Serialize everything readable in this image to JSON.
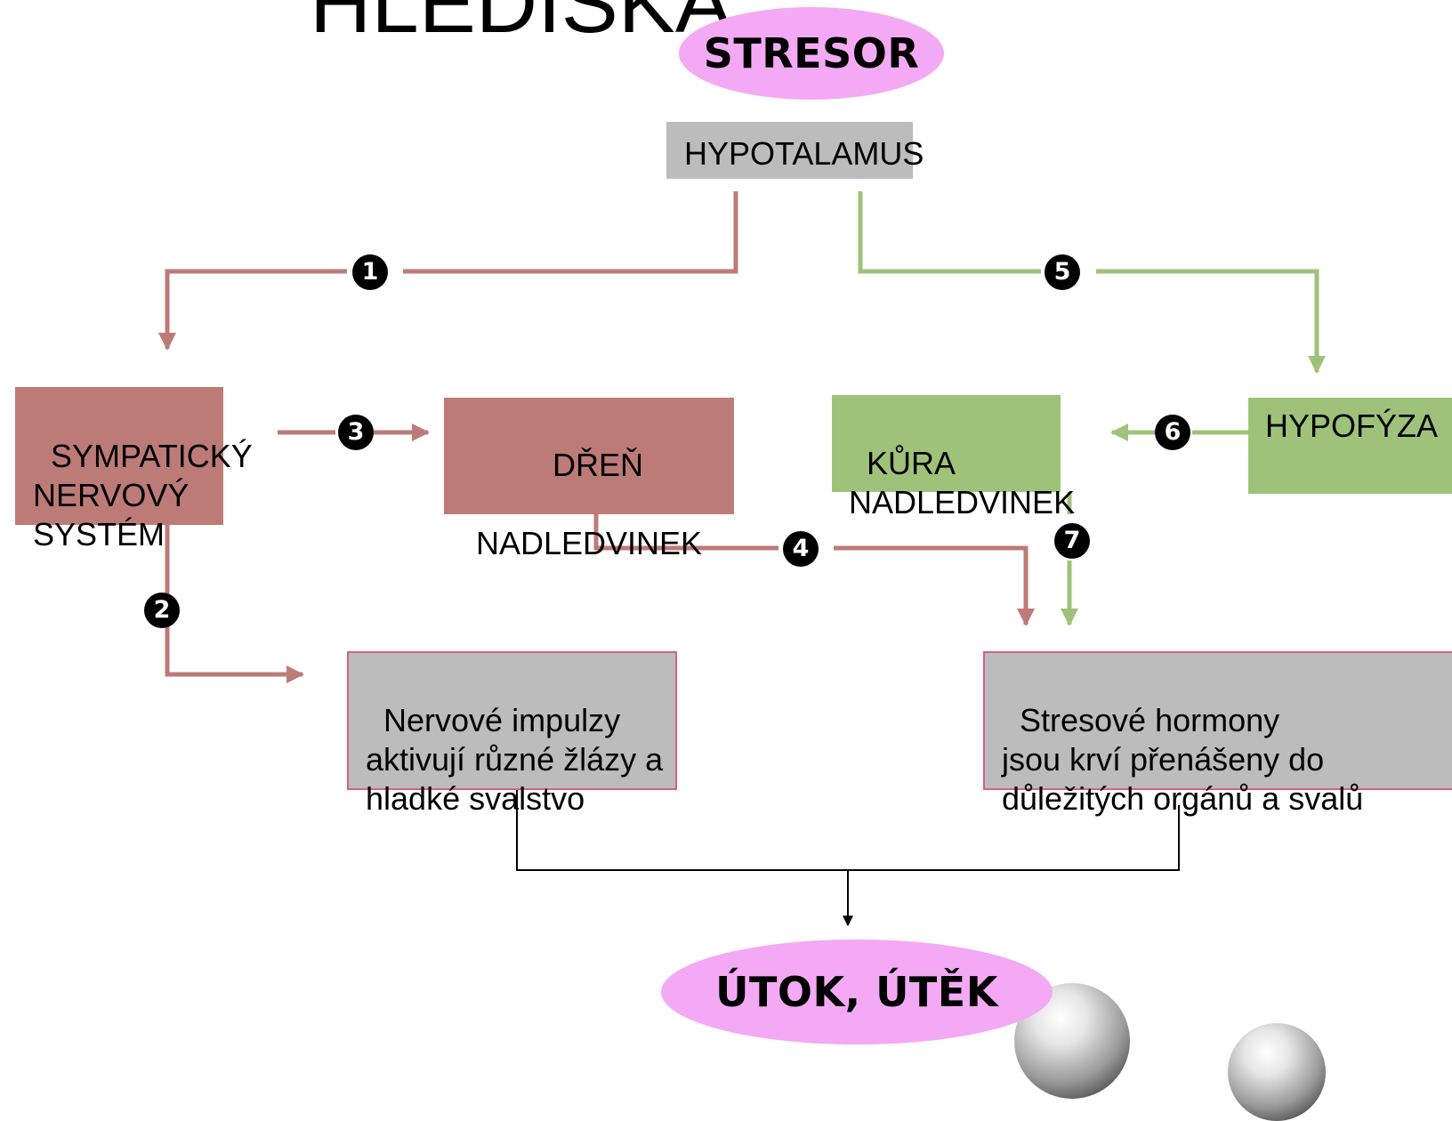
{
  "title_fragment": "HLEDISKA",
  "nodes": {
    "stresor": "STRESOR",
    "hypotalamus": "HYPOTALAMUS",
    "sympaticky": "SYMPATICKÝ\nNERVOVÝ\nSYSTÉM",
    "dren": "DŘEŇ\n\nNADLEDVINEK",
    "kura": "KŮRA\nNADLEDVINEK",
    "hypofyza": "HYPOFÝZA",
    "nervove": "Nervové impulzy\naktivují různé žlázy a\nhladké svalstvo",
    "stresove": "Stresové hormony\njsou krví přenášeny do\ndůležitých orgánů a svalů",
    "utok": "ÚTOK, ÚTĚK"
  },
  "steps": [
    "1",
    "2",
    "3",
    "4",
    "5",
    "6",
    "7"
  ],
  "colors": {
    "rose": "#bd7b78",
    "green": "#9fc27a",
    "grey": "#bcbcbc",
    "pink": "#f4a9f4",
    "border_pink": "#d4608b"
  }
}
